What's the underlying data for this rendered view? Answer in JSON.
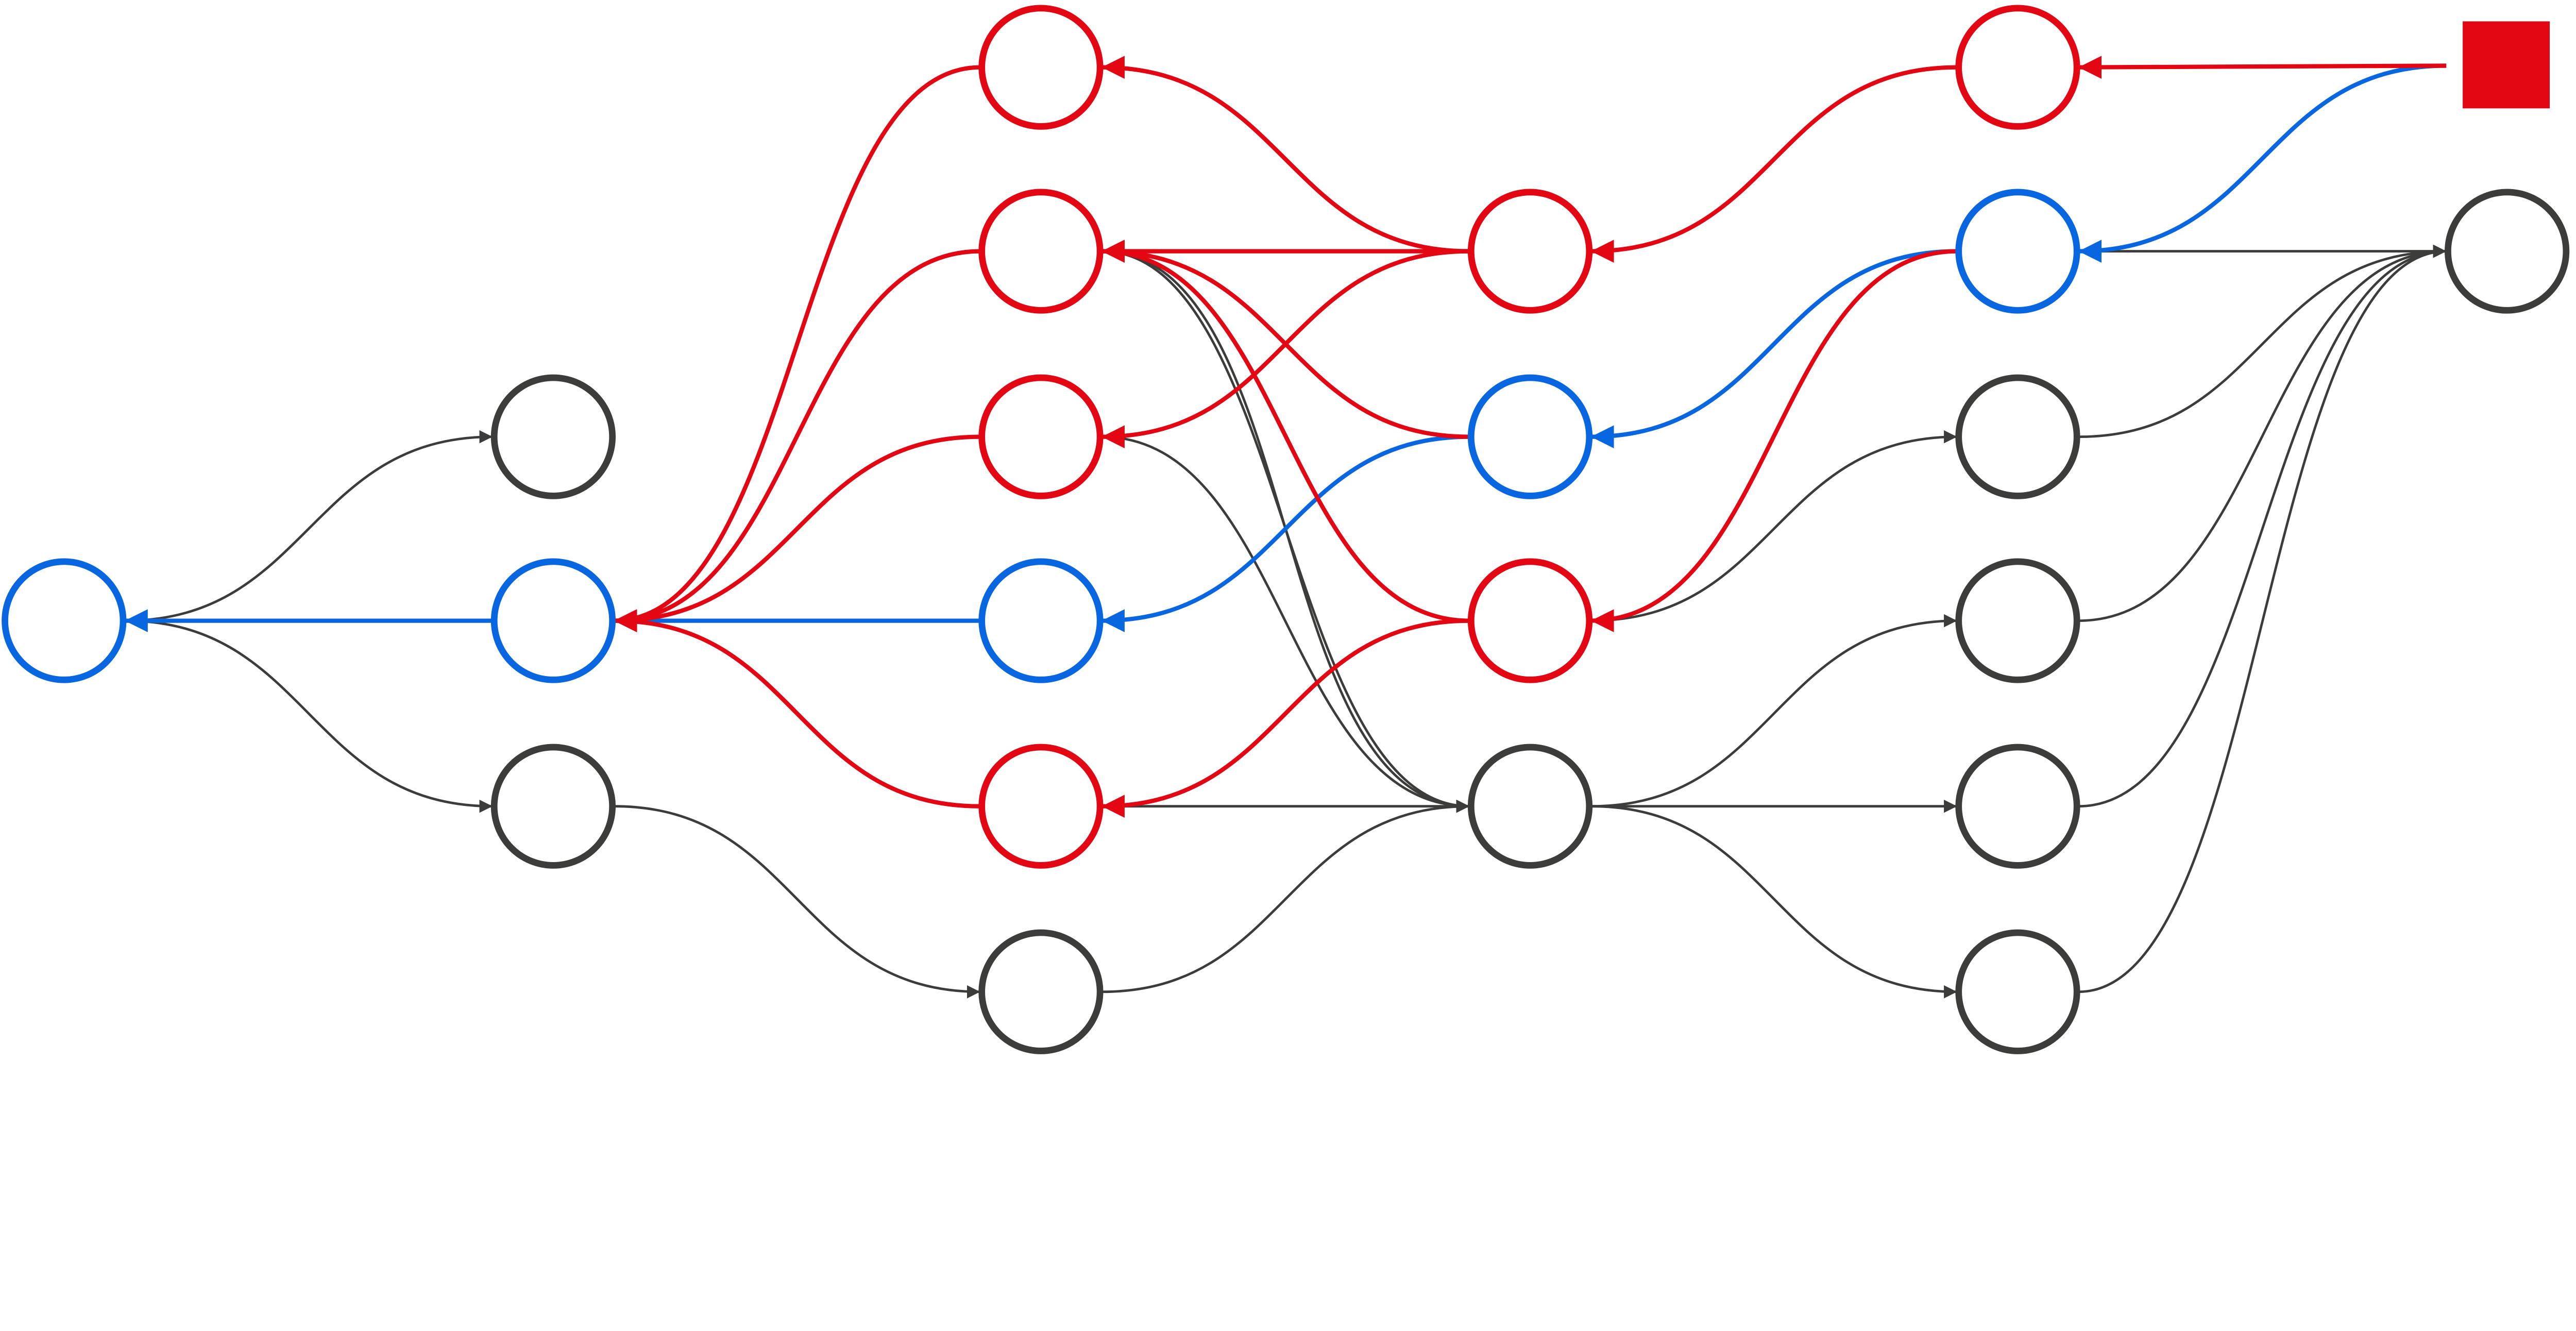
{
  "colors": {
    "red": "#e30613",
    "blue": "#0866e0",
    "dark": "#3c3c3b"
  },
  "nodes": [
    {
      "id": "a0",
      "color": "blue"
    },
    {
      "id": "b0",
      "color": "dark"
    },
    {
      "id": "b1",
      "color": "blue"
    },
    {
      "id": "b2",
      "color": "dark"
    },
    {
      "id": "c0",
      "color": "red"
    },
    {
      "id": "c1",
      "color": "red"
    },
    {
      "id": "c2",
      "color": "red"
    },
    {
      "id": "c3",
      "color": "blue"
    },
    {
      "id": "c4",
      "color": "red"
    },
    {
      "id": "c5",
      "color": "dark"
    },
    {
      "id": "d0",
      "color": "red"
    },
    {
      "id": "d1",
      "color": "blue"
    },
    {
      "id": "d2",
      "color": "red"
    },
    {
      "id": "d3",
      "color": "dark"
    },
    {
      "id": "e0",
      "color": "red"
    },
    {
      "id": "e1",
      "color": "blue"
    },
    {
      "id": "e2",
      "color": "dark"
    },
    {
      "id": "e3",
      "color": "dark"
    },
    {
      "id": "e4",
      "color": "dark"
    },
    {
      "id": "e5",
      "color": "dark"
    },
    {
      "id": "f0",
      "color": "dark"
    },
    {
      "id": "sq",
      "color": "red",
      "shape": "square"
    }
  ],
  "edges": [
    {
      "from": "a0",
      "to": "b0",
      "color": "dark"
    },
    {
      "from": "a0",
      "to": "b2",
      "color": "dark"
    },
    {
      "from": "b2",
      "to": "c5",
      "color": "dark"
    },
    {
      "from": "c5",
      "to": "d3",
      "color": "dark"
    },
    {
      "from": "c1",
      "to": "d3",
      "color": "dark"
    },
    {
      "from": "c1",
      "to": "d3",
      "color": "dark",
      "bend": 1
    },
    {
      "from": "c2",
      "to": "d3",
      "color": "dark"
    },
    {
      "from": "c4",
      "to": "d3",
      "color": "dark"
    },
    {
      "from": "d2",
      "to": "e2",
      "color": "dark"
    },
    {
      "from": "d3",
      "to": "e3",
      "color": "dark"
    },
    {
      "from": "d3",
      "to": "e4",
      "color": "dark"
    },
    {
      "from": "d3",
      "to": "e5",
      "color": "dark"
    },
    {
      "from": "e1",
      "to": "f0",
      "color": "dark"
    },
    {
      "from": "e2",
      "to": "f0",
      "color": "dark"
    },
    {
      "from": "e3",
      "to": "f0",
      "color": "dark"
    },
    {
      "from": "e4",
      "to": "f0",
      "color": "dark"
    },
    {
      "from": "e5",
      "to": "f0",
      "color": "dark"
    },
    {
      "from": "b1",
      "to": "a0",
      "color": "blue"
    },
    {
      "from": "c3",
      "to": "b1",
      "color": "blue"
    },
    {
      "from": "d1",
      "to": "c3",
      "color": "blue"
    },
    {
      "from": "e1",
      "to": "d1",
      "color": "blue"
    },
    {
      "from": "sq",
      "to": "e1",
      "color": "blue"
    },
    {
      "from": "c0",
      "to": "b1",
      "color": "red"
    },
    {
      "from": "c1",
      "to": "b1",
      "color": "red"
    },
    {
      "from": "c2",
      "to": "b1",
      "color": "red"
    },
    {
      "from": "c4",
      "to": "b1",
      "color": "red"
    },
    {
      "from": "d0",
      "to": "c0",
      "color": "red"
    },
    {
      "from": "d0",
      "to": "c1",
      "color": "red"
    },
    {
      "from": "d0",
      "to": "c2",
      "color": "red"
    },
    {
      "from": "d1",
      "to": "c1",
      "color": "red"
    },
    {
      "from": "d2",
      "to": "c1",
      "color": "red"
    },
    {
      "from": "d2",
      "to": "c4",
      "color": "red"
    },
    {
      "from": "e0",
      "to": "d0",
      "color": "red"
    },
    {
      "from": "e1",
      "to": "d2",
      "color": "red"
    },
    {
      "from": "sq",
      "to": "e0",
      "color": "red"
    }
  ]
}
